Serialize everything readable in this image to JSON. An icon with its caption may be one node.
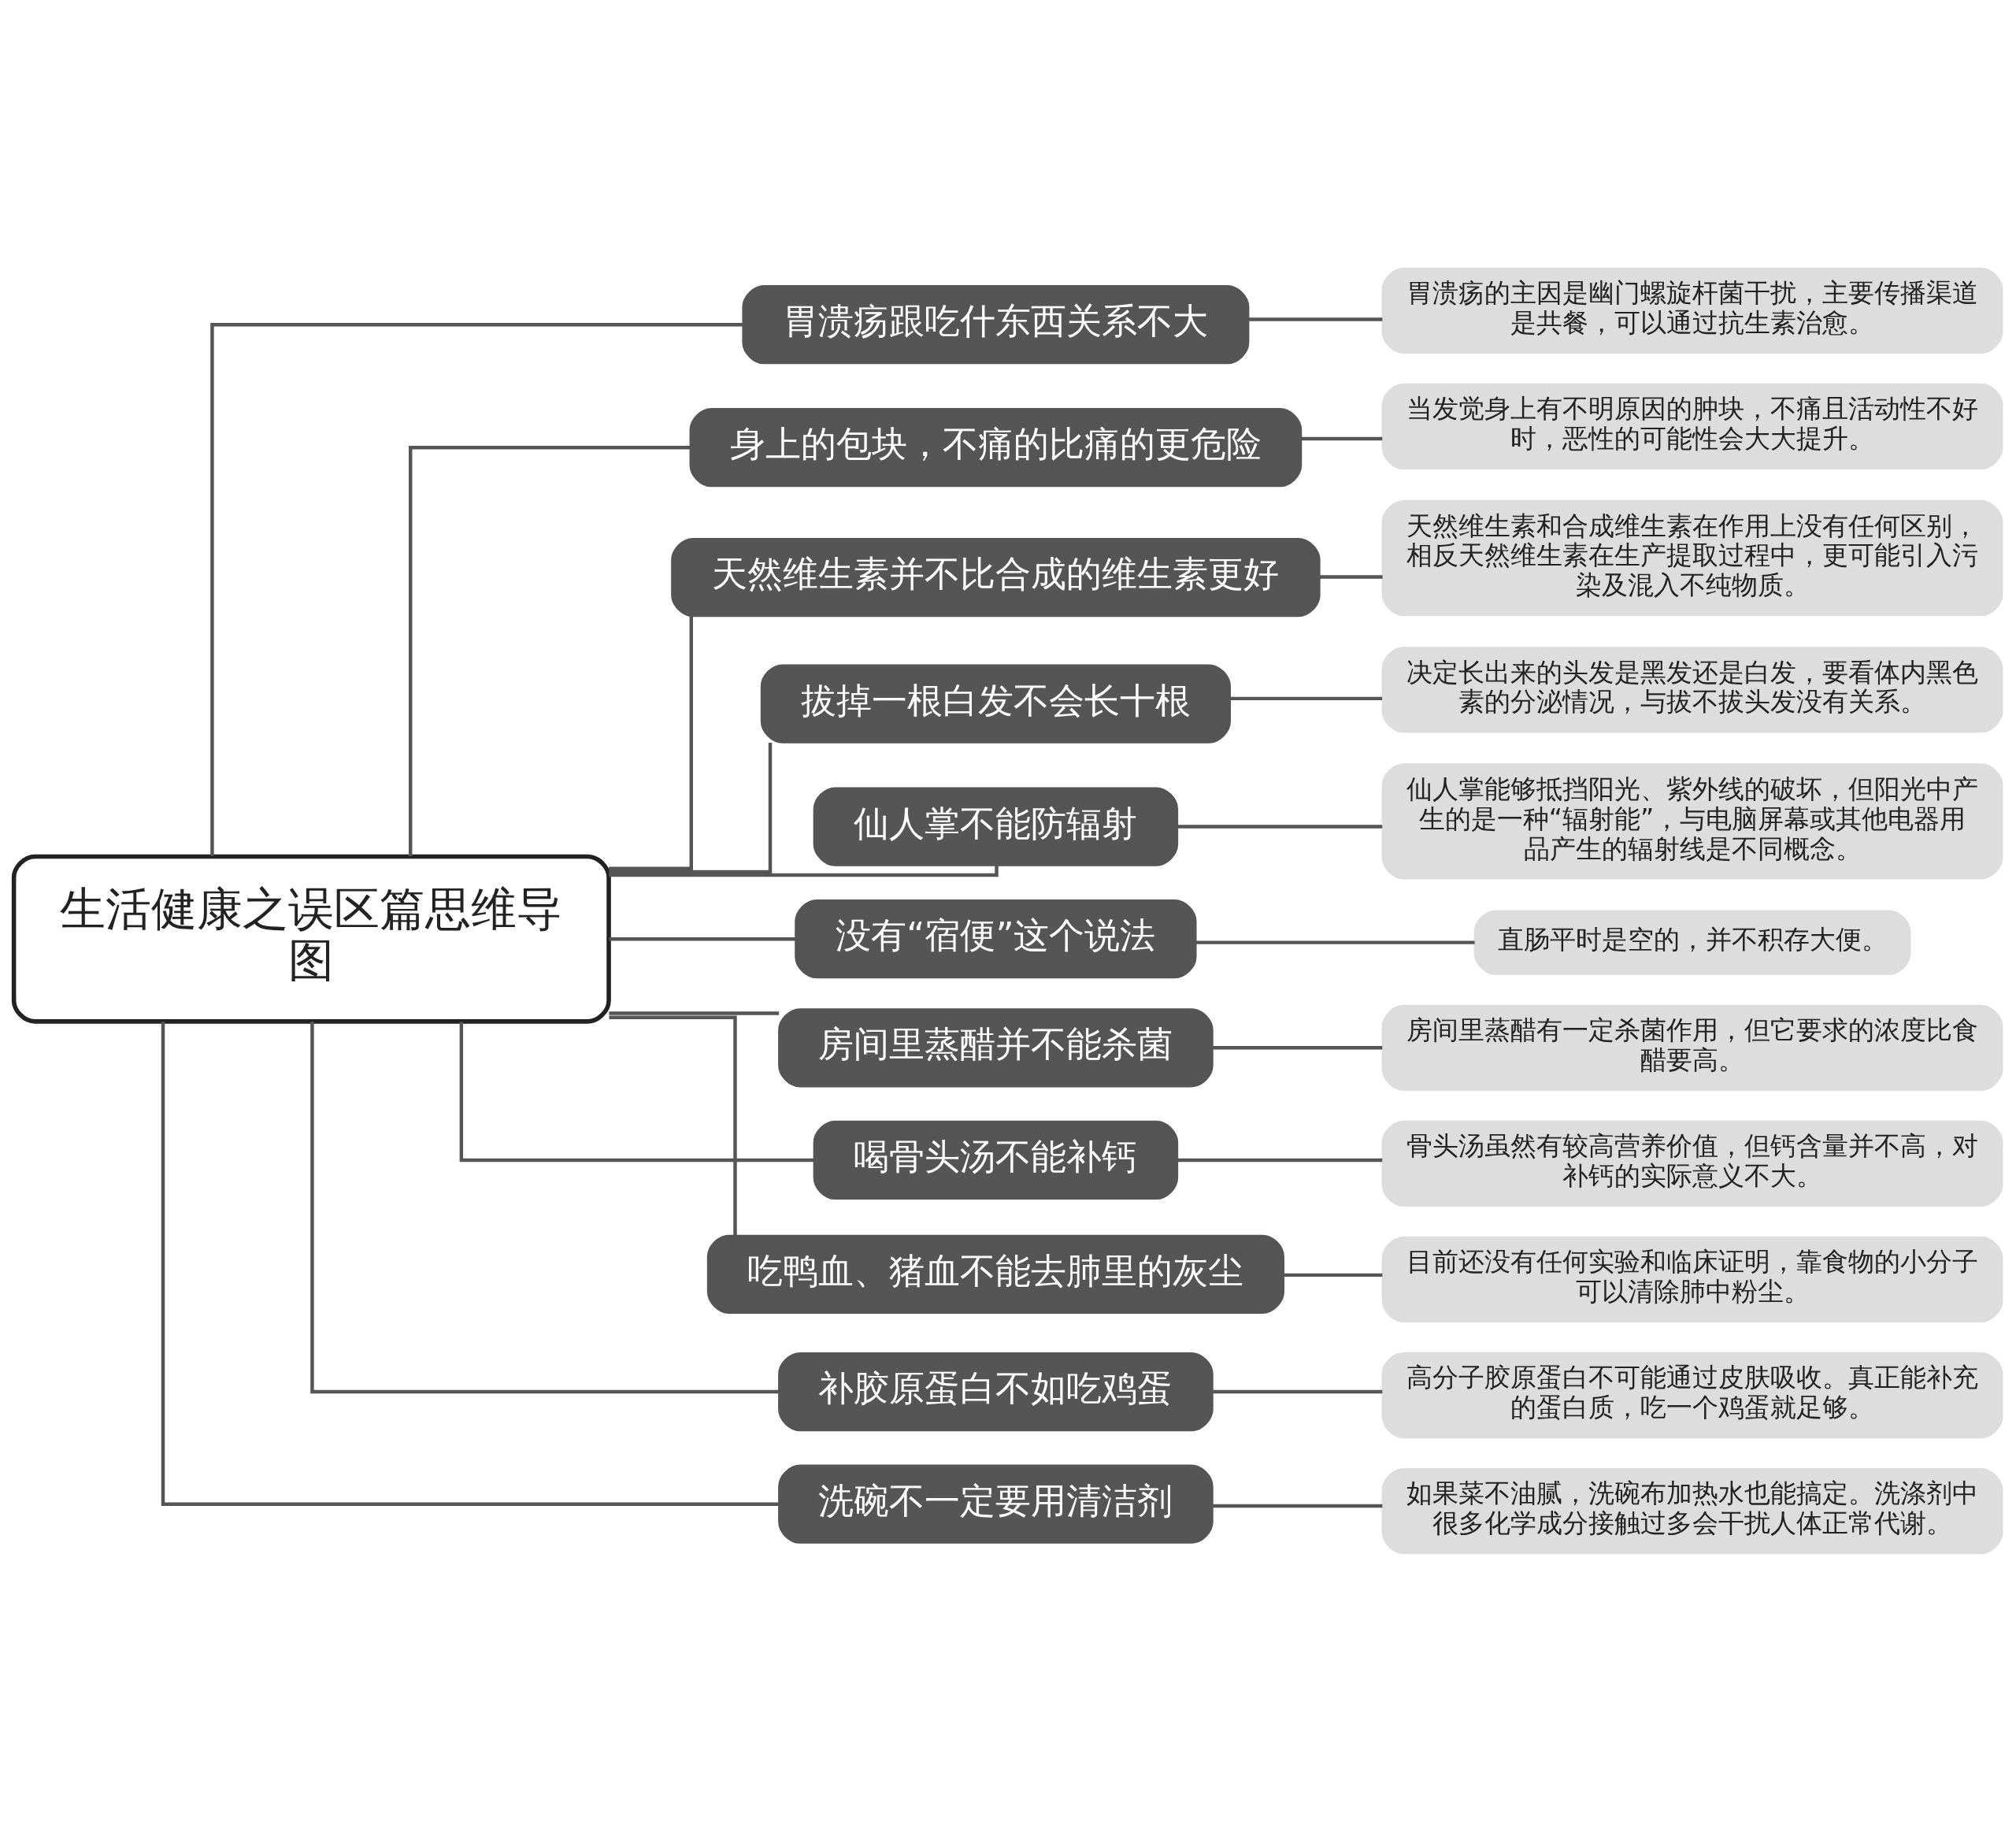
{
  "diagram": {
    "nodes": [
      {
        "text": [
          "生活健康之误区篇思维导图"
        ]
      },
      {
        "text": [
          "胃溃疡跟吃什东西关系不大"
        ]
      },
      {
        "text": [
          "胃溃疡的主因是幽门螺旋杆菌干扰，主要传播渠道是共餐，可以通过抗生素治愈。"
        ]
      },
      {
        "text": [
          "身上的包块，不痛的比痛的更危险"
        ]
      },
      {
        "text": [
          "当发觉身上有不明原因的肿块，不痛且活动性不好时，恶性的可能性会大大提升。"
        ]
      },
      {
        "text": [
          "天然维生素并不比合成的维生素更好"
        ]
      },
      {
        "text": [
          "天然维生素和合成维生素在作用上没有任何区别，相反天然维生素在生产提取过程中，更可能引入污染及混入不纯物质。"
        ]
      },
      {
        "text": [
          "拔掉一根白发不会长十根"
        ]
      },
      {
        "text": [
          "决定长出来的头发是黑发还是白发，要看体内黑色素的分泌情况，与拔不拔头发没有关系。"
        ]
      },
      {
        "text": [
          "仙人掌不能防辐射"
        ]
      },
      {
        "text": [
          "仙人掌能够抵挡阳光、紫外线的破坏，但阳光中产生的是一种“辐射能”，与电脑屏幕或其他电器用品产生的辐射线是不同概念。"
        ]
      },
      {
        "text": [
          "没有“宿便”这个说法"
        ]
      },
      {
        "text": [
          "直肠平时是空的，并不积存大便。"
        ]
      },
      {
        "text": [
          "房间里蒸醋并不能杀菌"
        ]
      },
      {
        "text": [
          "房间里蒸醋有一定杀菌作用，但它要求的浓度比食醋要高。"
        ]
      },
      {
        "text": [
          "喝骨头汤不能补钙"
        ]
      },
      {
        "text": [
          "骨头汤虽然有较高营养价值，但钙含量并不高，对补钙的实际意义不大。"
        ]
      },
      {
        "text": [
          "吃鸭血、猪血不能去肺里的灰尘"
        ]
      },
      {
        "text": [
          "目前还没有任何实验和临床证明，靠食物的小分子可以清除肺中粉尘。"
        ]
      },
      {
        "text": [
          "补胶原蛋白不如吃鸡蛋"
        ]
      },
      {
        "text": [
          "高分子胶原蛋白不可能通过皮肤吸收。真正能补充的蛋白质，吃一个鸡蛋就足够。"
        ]
      },
      {
        "text": [
          "洗碗不一定要用清洁剂"
        ]
      },
      {
        "text": [
          "如果菜不油腻，洗碗布加热水也能搞定。洗涤剂中很多化学成分接触过多会干扰人体正常代谢。"
        ]
      }
    ],
    "edges": [
      {
        "from": 0,
        "to": 1,
        "arrow": "none"
      },
      {
        "from": 1,
        "to": 2,
        "arrow": "none"
      },
      {
        "from": 0,
        "to": 3,
        "arrow": "none"
      },
      {
        "from": 3,
        "to": 4,
        "arrow": "none"
      },
      {
        "from": 0,
        "to": 5,
        "arrow": "none"
      },
      {
        "from": 5,
        "to": 6,
        "arrow": "none"
      },
      {
        "from": 0,
        "to": 7,
        "arrow": "none"
      },
      {
        "from": 7,
        "to": 8,
        "arrow": "none"
      },
      {
        "from": 0,
        "to": 9,
        "arrow": "none"
      },
      {
        "from": 9,
        "to": 10,
        "arrow": "none"
      },
      {
        "from": 0,
        "to": 11,
        "arrow": "none"
      },
      {
        "from": 11,
        "to": 12,
        "arrow": "none"
      },
      {
        "from": 0,
        "to": 13,
        "arrow": "none"
      },
      {
        "from": 13,
        "to": 14,
        "arrow": "none"
      },
      {
        "from": 0,
        "to": 15,
        "arrow": "none"
      },
      {
        "from": 15,
        "to": 16,
        "arrow": "none"
      },
      {
        "from": 0,
        "to": 17,
        "arrow": "none"
      },
      {
        "from": 17,
        "to": 18,
        "arrow": "none"
      },
      {
        "from": 0,
        "to": 19,
        "arrow": "none"
      },
      {
        "from": 19,
        "to": 20,
        "arrow": "none"
      },
      {
        "from": 0,
        "to": 21,
        "arrow": "none"
      },
      {
        "from": 21,
        "to": 22,
        "arrow": "none"
      }
    ]
  }
}
